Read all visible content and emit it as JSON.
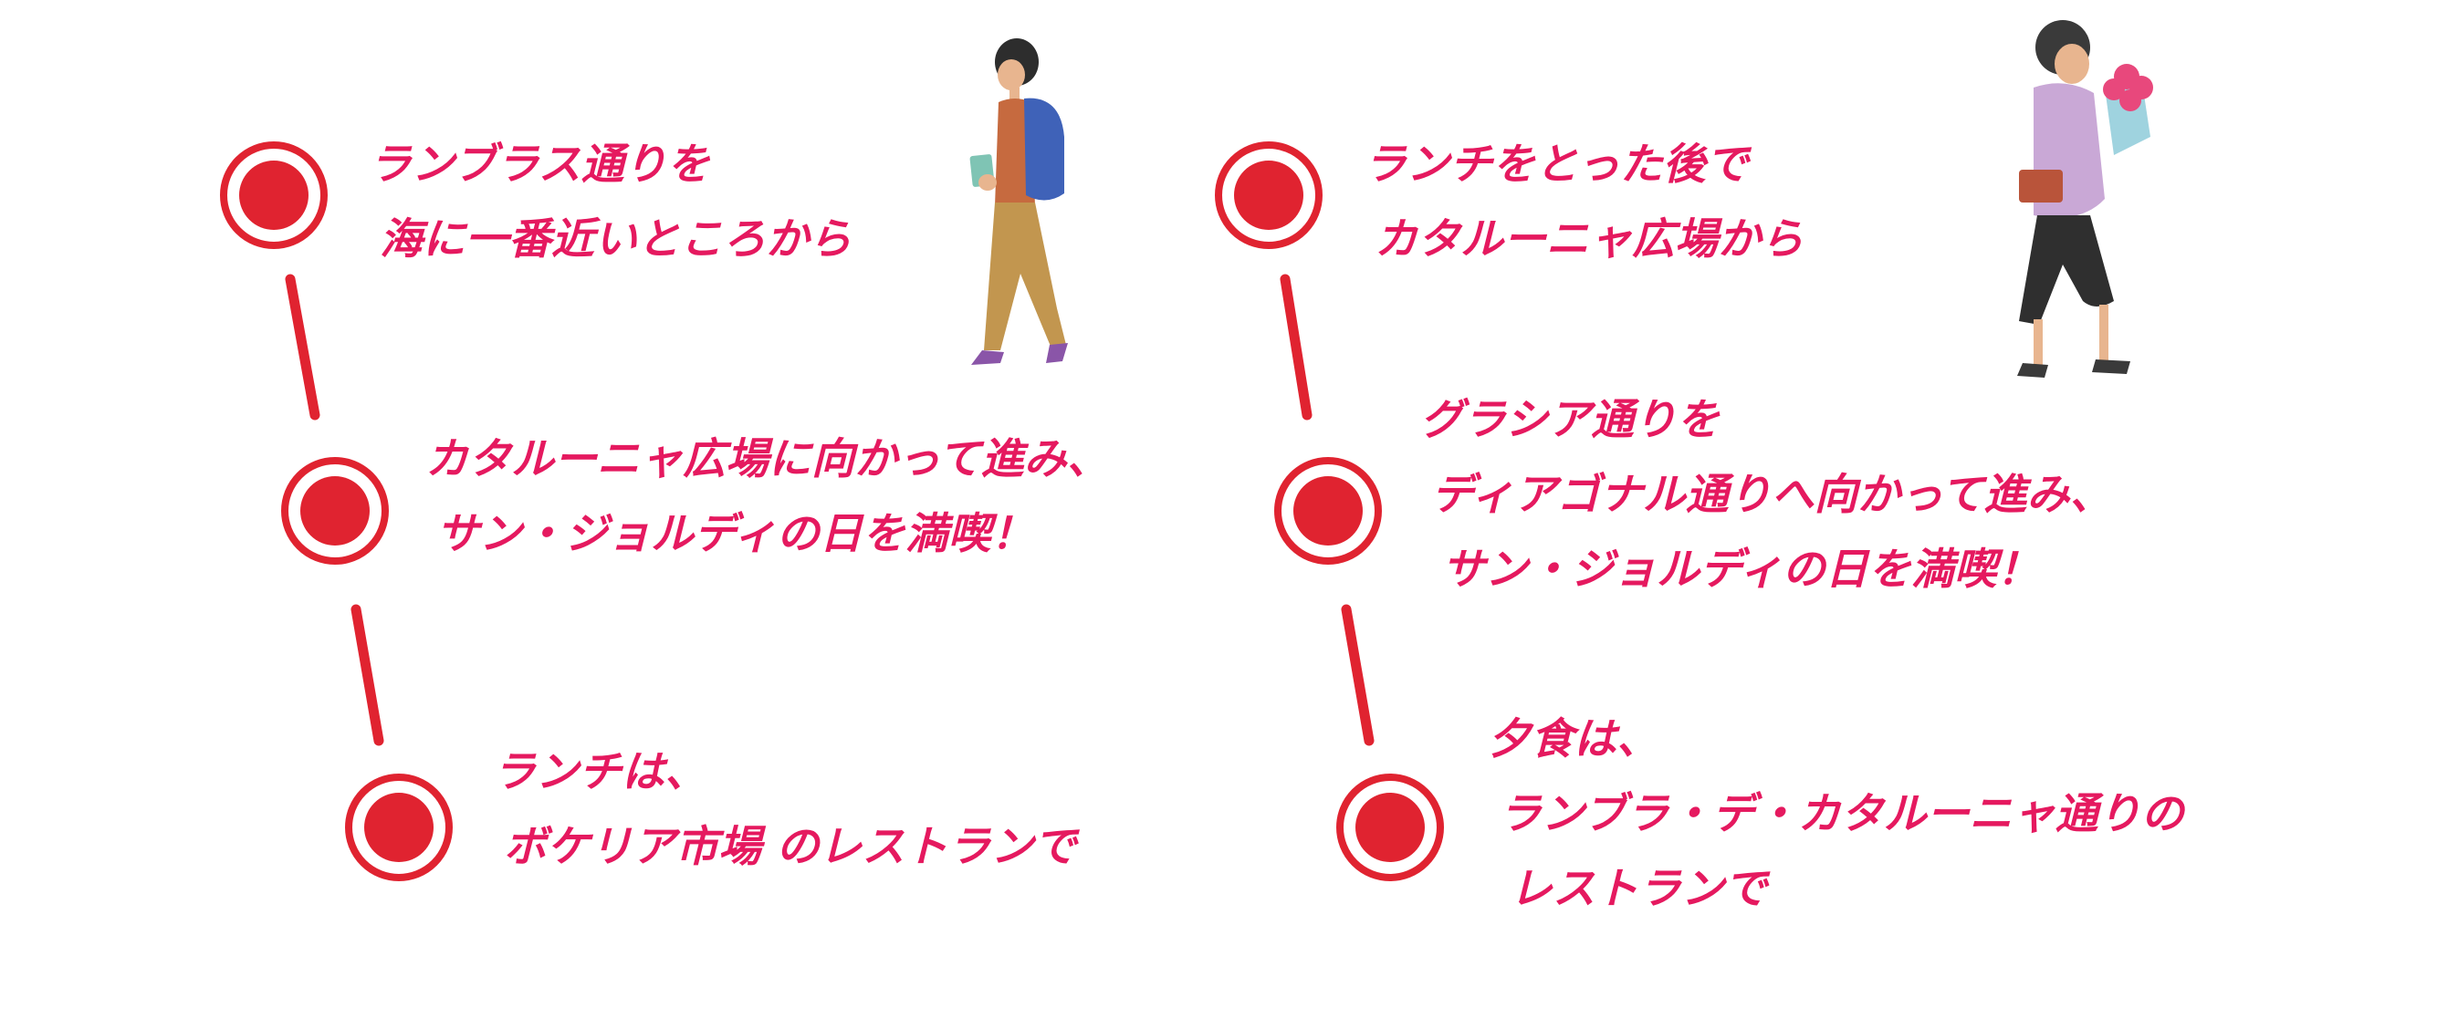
{
  "colors": {
    "marker_red": "#e02330",
    "text_pink": "#e5195f",
    "connector_red": "#e02330"
  },
  "left_route": {
    "stops": [
      {
        "lines": [
          "ランブラス通りを",
          "海に一番近いところから"
        ]
      },
      {
        "lines": [
          "カタルーニャ広場に向かって進み、",
          "サン・ジョルディの日を満喫！"
        ]
      },
      {
        "lines": [
          "ランチは、",
          "ボケリア市場 のレストランで"
        ]
      }
    ]
  },
  "right_route": {
    "stops": [
      {
        "lines": [
          "ランチをとった後で",
          "カタルーニャ広場から"
        ]
      },
      {
        "lines": [
          "グラシア通りを",
          "ディアゴナル通りへ向かって進み、",
          "サン・ジョルディの日を満喫！"
        ]
      },
      {
        "lines": [
          "夕食は、",
          "ランブラ・デ・カタルーニャ通りの",
          "レストランで"
        ]
      }
    ]
  },
  "illustrations": {
    "left_figure": "man-walking-with-backpack-and-book",
    "right_figure": "woman-walking-with-rose-bouquet"
  }
}
